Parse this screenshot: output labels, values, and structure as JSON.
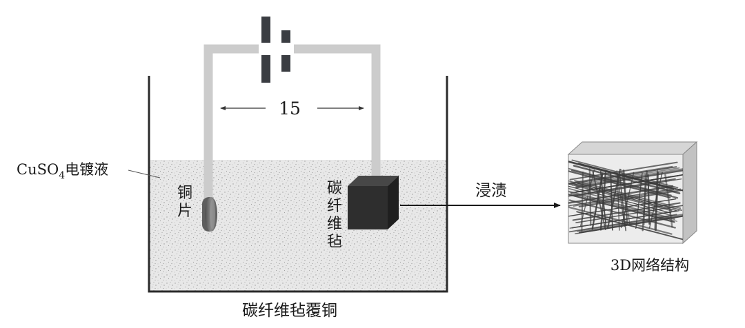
{
  "diagram": {
    "distance_label": "15",
    "solution_label": {
      "prefix": "CuSO",
      "subscript": "4",
      "suffix": "电镀液"
    },
    "copper_plate_label": [
      "铜",
      "片"
    ],
    "carbon_felt_label": [
      "碳",
      "纤",
      "维",
      "毡"
    ],
    "impregnation_label": "浸渍",
    "network_label": "3D网络结构",
    "caption": "碳纤维毡覆铜"
  },
  "colors": {
    "wire": "#cccccc",
    "battery": "#3a3d42",
    "tank_wall": "#2a2a2a",
    "solution": "#e6e6e6",
    "carbon_felt": "#2e2e2e",
    "copper_plate": "#6e6e6e",
    "cube_front": "#e8e8e8",
    "cube_top": "#d9d9d9",
    "cube_side": "#c4c4c4",
    "mesh": "#3c3c3c",
    "text": "#1a1a1a"
  }
}
